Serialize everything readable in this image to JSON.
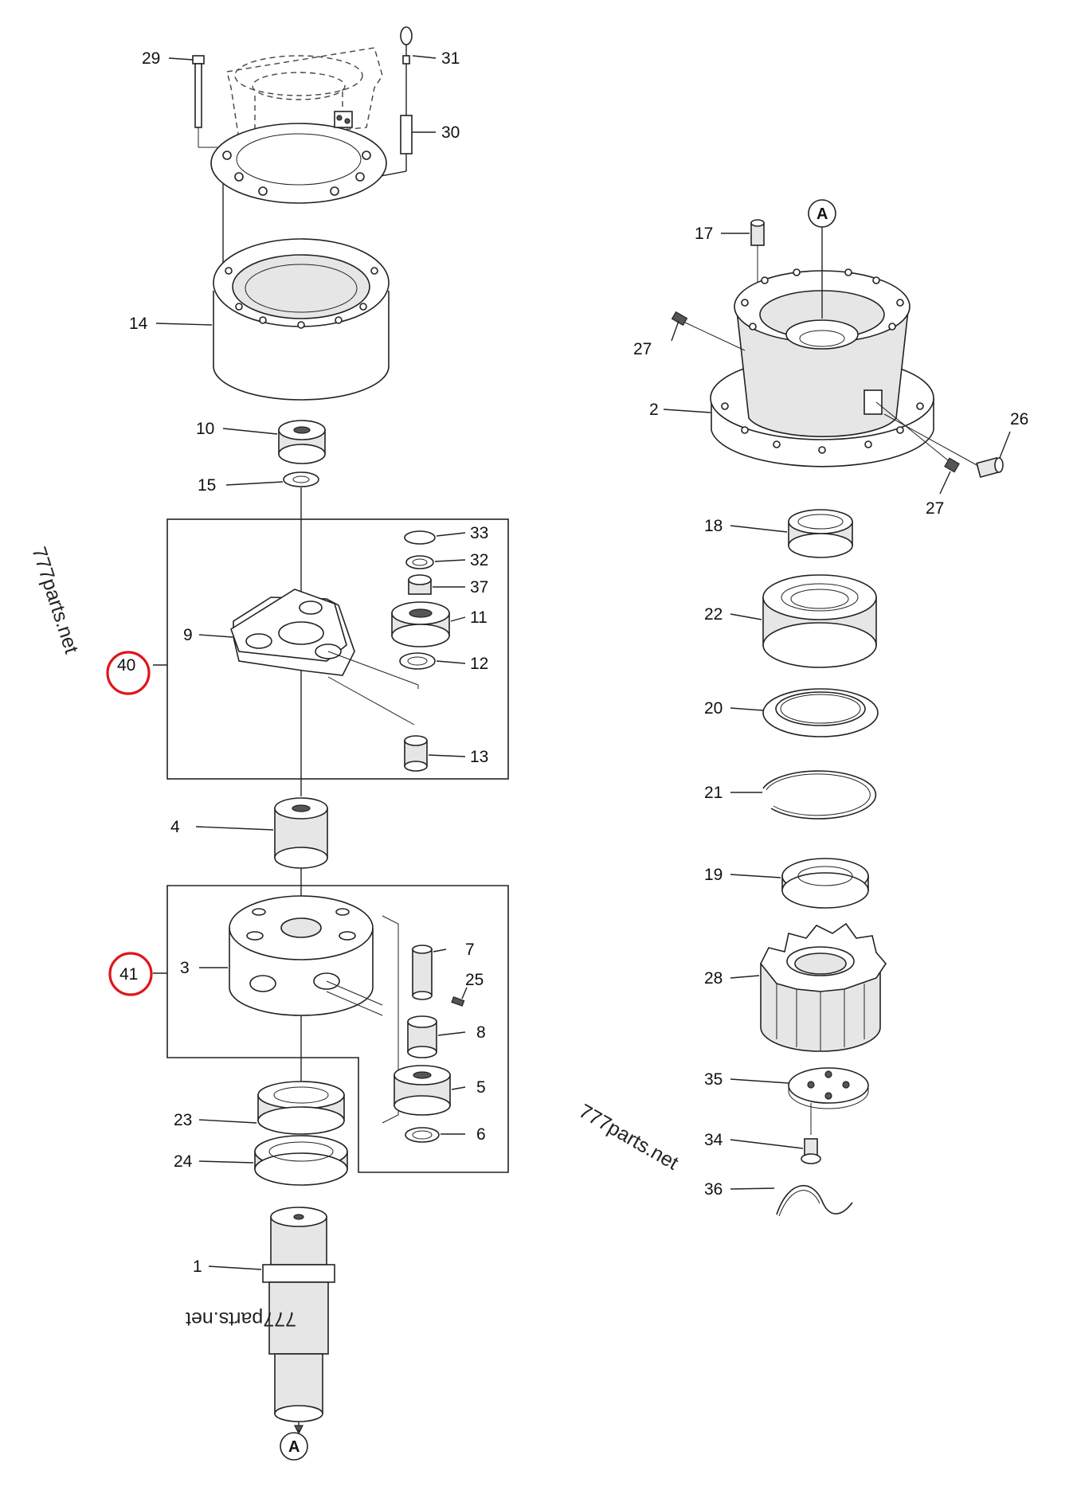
{
  "callouts": {
    "p1": "1",
    "p2": "2",
    "p3": "3",
    "p4": "4",
    "p5": "5",
    "p6": "6",
    "p7": "7",
    "p8": "8",
    "p9": "9",
    "p10": "10",
    "p11": "11",
    "p12": "12",
    "p13": "13",
    "p14": "14",
    "p15": "15",
    "p17": "17",
    "p18": "18",
    "p19": "19",
    "p20": "20",
    "p21": "21",
    "p22": "22",
    "p23": "23",
    "p24": "24",
    "p25": "25",
    "p26": "26",
    "p27a": "27",
    "p27b": "27",
    "p28": "28",
    "p29": "29",
    "p30": "30",
    "p31": "31",
    "p32": "32",
    "p33": "33",
    "p34": "34",
    "p35": "35",
    "p36": "36",
    "p37": "37"
  },
  "assemblies": {
    "a40": "40",
    "a41": "41"
  },
  "reference_markers": {
    "top": "A",
    "bottom": "A"
  },
  "watermarks": {
    "left": "777parts.net",
    "right": "777parts.net",
    "bottom": "777parts.net"
  },
  "colors": {
    "highlight": "#e0141b",
    "line": "#222222"
  }
}
